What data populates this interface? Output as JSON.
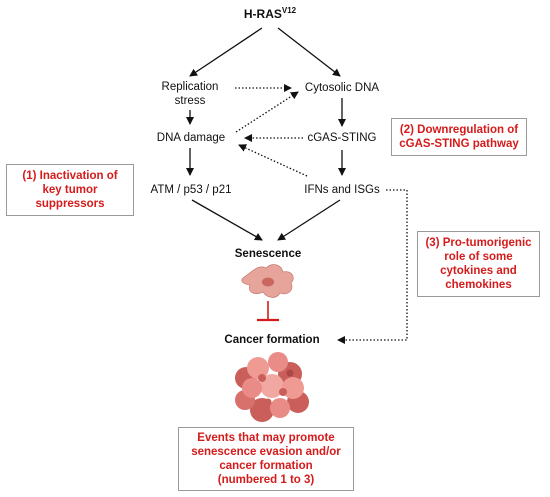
{
  "nodes": {
    "hras": {
      "text": "H-RAS",
      "sup": "V12"
    },
    "replication_stress": [
      "Replication",
      "stress"
    ],
    "cytosolic_dna": "Cytosolic DNA",
    "dna_damage": "DNA damage",
    "cgas_sting": "cGAS-STING",
    "atm": "ATM / p53 / p21",
    "ifns": "IFNs and ISGs",
    "senescence": "Senescence",
    "cancer_formation": "Cancer formation"
  },
  "event_boxes": {
    "box1": [
      "(1) Inactivation of",
      "key tumor",
      "suppressors"
    ],
    "box2": [
      "(2) Downregulation of",
      "cGAS-STING pathway"
    ],
    "box3": [
      "(3) Pro-tumorigenic",
      "role of some",
      "cytokines and",
      "chemokines"
    ],
    "legend": [
      "Events that may promote",
      "senescence evasion and/or",
      "cancer formation",
      "(numbered 1 to 3)"
    ]
  },
  "colors": {
    "accent_red": "#d51b1b",
    "senescent_cell": "#e6a49b",
    "tumor": "#e98b86"
  },
  "icons": {
    "senescent_cell": "senescent-cell-icon",
    "tumor": "tumor-mass-icon",
    "inhibition": "inhibition-bar-icon"
  }
}
